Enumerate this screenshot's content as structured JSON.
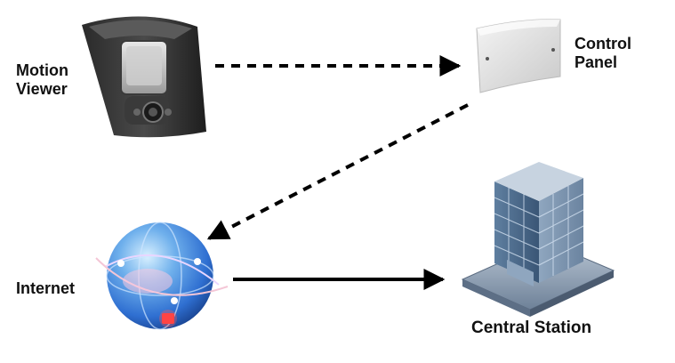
{
  "nodes": {
    "motion_viewer": {
      "line1": "Motion",
      "line2": "Viewer",
      "icon": "motion-camera-icon"
    },
    "control_panel": {
      "line1": "Control",
      "line2": "Panel",
      "icon": "control-panel-box-icon"
    },
    "internet": {
      "label": "Internet",
      "icon": "globe-network-icon"
    },
    "central_station": {
      "label": "Central Station",
      "icon": "office-building-icon"
    }
  },
  "edges": [
    {
      "from": "motion_viewer",
      "to": "control_panel",
      "style": "dashed"
    },
    {
      "from": "control_panel",
      "to": "internet",
      "style": "dashed"
    },
    {
      "from": "internet",
      "to": "central_station",
      "style": "solid"
    }
  ],
  "colors": {
    "arrow": "#000000",
    "label": "#111111",
    "globe": "#2f6fd1",
    "building": "#4a6a8c"
  }
}
